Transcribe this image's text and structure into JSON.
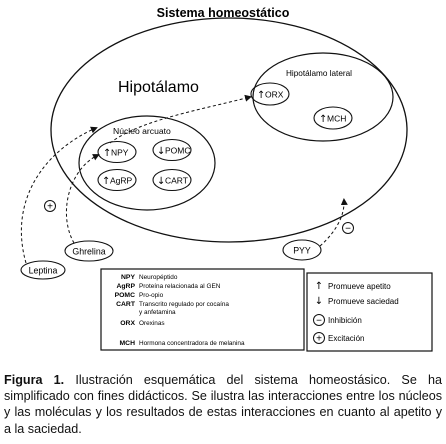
{
  "title": "Sistema homeostático",
  "diagram": {
    "hipotalamo_label": "Hipotálamo",
    "lateral_label": "Hipotálamo lateral",
    "arcuato_label": "Núcleo arcuato",
    "nodes": {
      "orx": "ORX",
      "mch": "MCH",
      "npy": "NPY",
      "pomc": "POMC",
      "agrp": "AgRP",
      "cart": "CART",
      "ghrelina": "Ghrelina",
      "leptina": "Leptina",
      "pyy": "PYY"
    },
    "edge_signs": {
      "leptina": "+",
      "pyy": "−"
    }
  },
  "abbreviations": [
    {
      "abbr": "NPY",
      "desc": "Neuropéptido"
    },
    {
      "abbr": "AgRP",
      "desc": "Proteína relacionada al GEN"
    },
    {
      "abbr": "POMC",
      "desc": "Pro-opio"
    },
    {
      "abbr": "CART",
      "desc": "Transcrito regulado por cocaína"
    },
    {
      "abbr": "",
      "desc": "y anfetamina"
    },
    {
      "abbr": "ORX",
      "desc": "Orexinas"
    },
    {
      "abbr": "MCH",
      "desc": "Hormona concentradora de melanina"
    }
  ],
  "legend": [
    {
      "symbol": "↑",
      "text": "Promueve apetito"
    },
    {
      "symbol": "↓",
      "text": "Promueve saciedad"
    },
    {
      "symbol": "−",
      "text": "Inhibición"
    },
    {
      "symbol": "+",
      "text": "Excitación"
    }
  ],
  "caption": {
    "label": "Figura 1.",
    "text": " Ilustración esquemática del sistema homeostásico. Se ha simplificado con fines didácticos. Se ilustra las interacciones entre los núcleos y las moléculas y los resultados de estas interacciones en cuanto al apetito y a la saciedad."
  }
}
